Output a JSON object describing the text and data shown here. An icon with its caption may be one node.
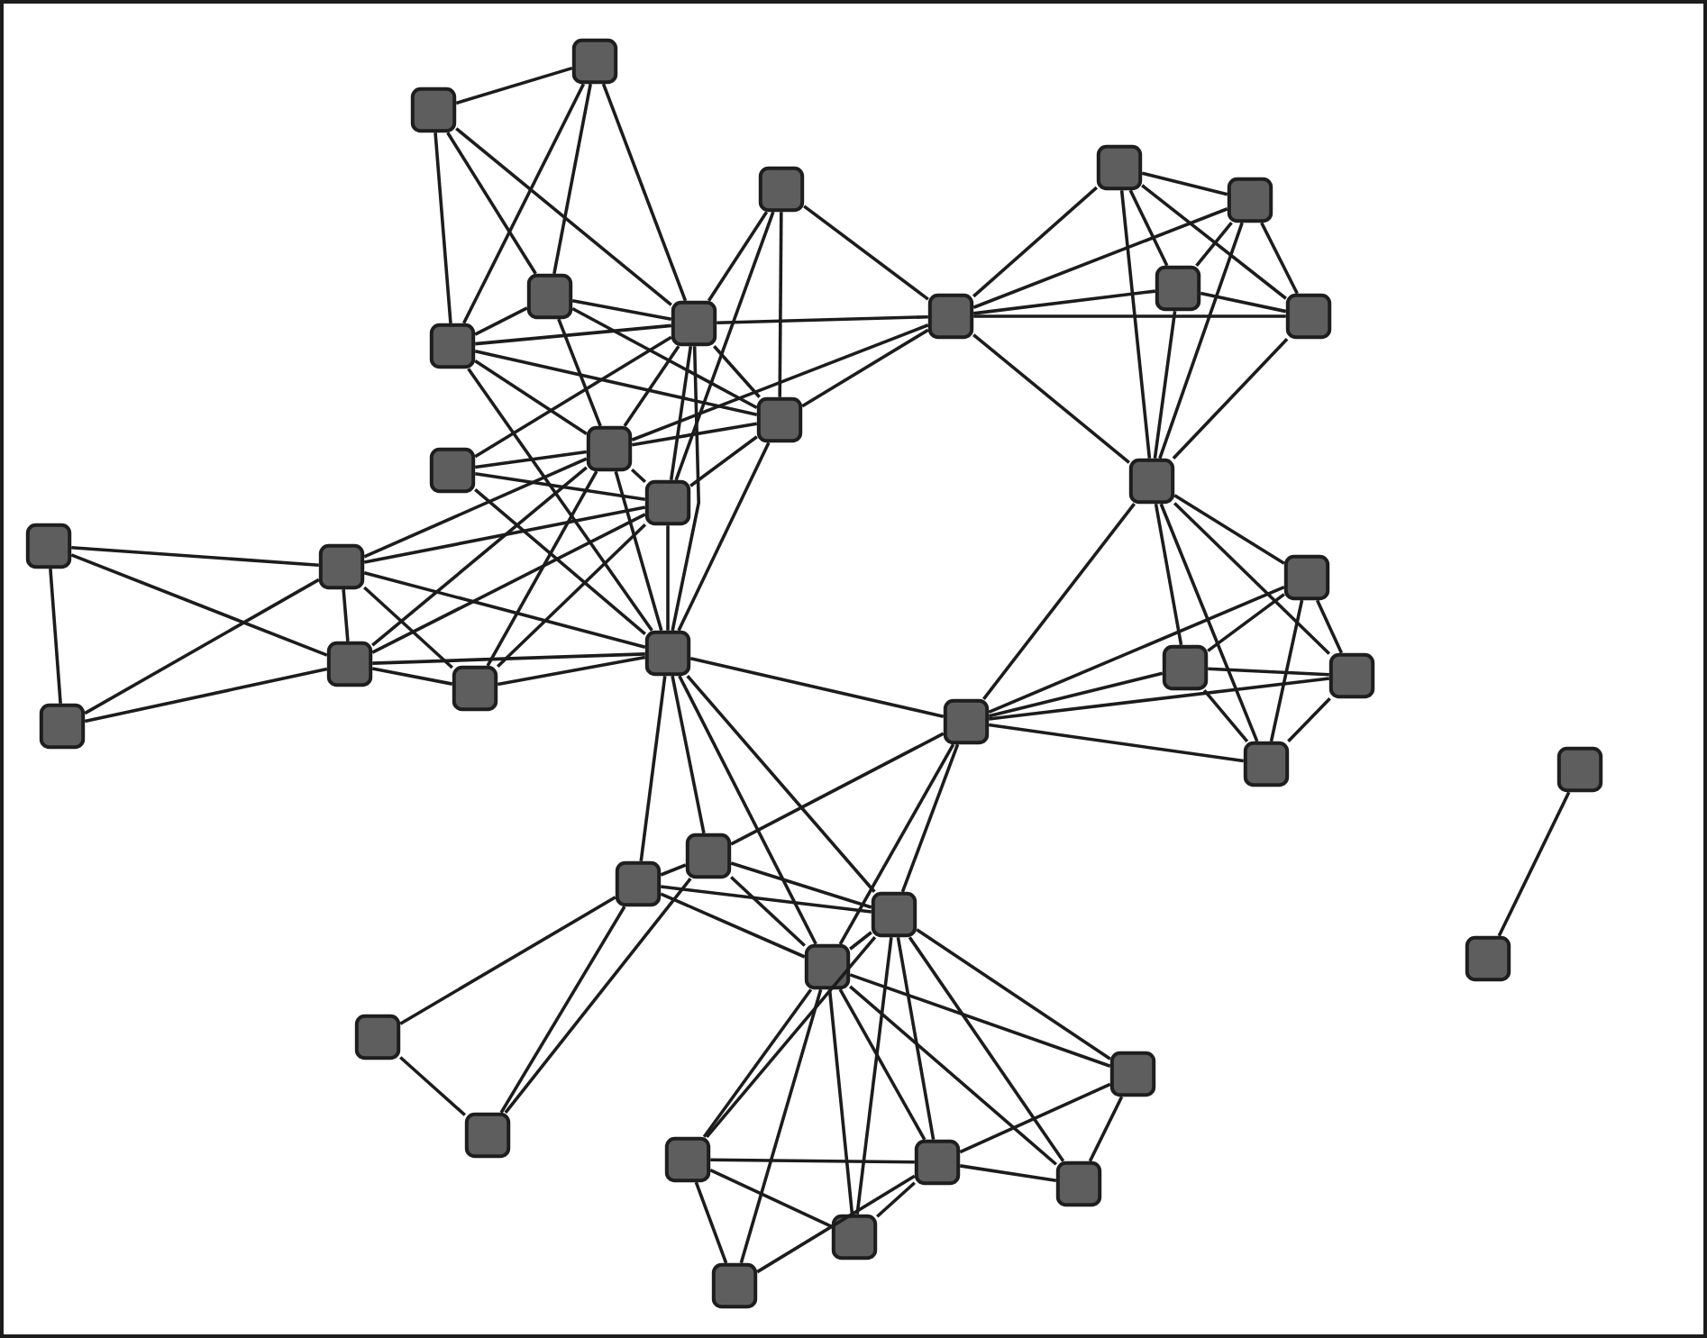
{
  "diagram": {
    "nodes": [
      {
        "text": [],
        "shape": "box"
      },
      {
        "text": [],
        "shape": "box"
      },
      {
        "text": [],
        "shape": "box"
      },
      {
        "text": [],
        "shape": "box"
      },
      {
        "text": [],
        "shape": "box"
      },
      {
        "text": [],
        "shape": "box"
      },
      {
        "text": [],
        "shape": "box"
      },
      {
        "text": [],
        "shape": "box"
      },
      {
        "text": [],
        "shape": "box"
      },
      {
        "text": [],
        "shape": "box"
      },
      {
        "text": [],
        "shape": "box"
      },
      {
        "text": [],
        "shape": "box"
      },
      {
        "text": [],
        "shape": "box"
      },
      {
        "text": [],
        "shape": "box"
      },
      {
        "text": [],
        "shape": "box"
      },
      {
        "text": [],
        "shape": "box"
      },
      {
        "text": [],
        "shape": "box"
      },
      {
        "text": [],
        "shape": "box"
      },
      {
        "text": [],
        "shape": "box"
      },
      {
        "text": [],
        "shape": "box"
      },
      {
        "text": [],
        "shape": "box"
      },
      {
        "text": [],
        "shape": "box"
      },
      {
        "text": [],
        "shape": "box"
      },
      {
        "text": [],
        "shape": "box"
      },
      {
        "text": [],
        "shape": "box"
      },
      {
        "text": [],
        "shape": "box"
      },
      {
        "text": [],
        "shape": "box"
      },
      {
        "text": [],
        "shape": "box"
      },
      {
        "text": [],
        "shape": "box"
      },
      {
        "text": [],
        "shape": "box"
      },
      {
        "text": [],
        "shape": "box"
      },
      {
        "text": [],
        "shape": "box"
      },
      {
        "text": [],
        "shape": "box"
      },
      {
        "text": [],
        "shape": "box"
      },
      {
        "text": [],
        "shape": "box"
      },
      {
        "text": [],
        "shape": "box"
      },
      {
        "text": [],
        "shape": "box"
      },
      {
        "text": [],
        "shape": "box"
      },
      {
        "text": [],
        "shape": "box"
      },
      {
        "text": [],
        "shape": "box"
      },
      {
        "text": [],
        "shape": "box"
      }
    ],
    "edges": [
      {
        "from": 0,
        "to": 1,
        "arrow": "none"
      },
      {
        "from": 0,
        "to": 10,
        "arrow": "none"
      },
      {
        "from": 0,
        "to": 6,
        "arrow": "none"
      },
      {
        "from": 0,
        "to": 9,
        "arrow": "none"
      },
      {
        "from": 1,
        "to": 10,
        "arrow": "none"
      },
      {
        "from": 1,
        "to": 6,
        "arrow": "none"
      },
      {
        "from": 1,
        "to": 9,
        "arrow": "none"
      },
      {
        "from": 3,
        "to": 9,
        "arrow": "none"
      },
      {
        "from": 3,
        "to": 15,
        "arrow": "none"
      },
      {
        "from": 3,
        "to": 11,
        "arrow": "none"
      },
      {
        "from": 3,
        "to": 7,
        "arrow": "none"
      },
      {
        "from": 2,
        "to": 4,
        "arrow": "none"
      },
      {
        "from": 2,
        "to": 7,
        "arrow": "none"
      },
      {
        "from": 2,
        "to": 5,
        "arrow": "none"
      },
      {
        "from": 2,
        "to": 8,
        "arrow": "none"
      },
      {
        "from": 2,
        "to": 14,
        "arrow": "none"
      },
      {
        "from": 4,
        "to": 7,
        "arrow": "none"
      },
      {
        "from": 4,
        "to": 5,
        "arrow": "none"
      },
      {
        "from": 4,
        "to": 8,
        "arrow": "none"
      },
      {
        "from": 4,
        "to": 14,
        "arrow": "none"
      },
      {
        "from": 5,
        "to": 7,
        "arrow": "none"
      },
      {
        "from": 5,
        "to": 8,
        "arrow": "none"
      },
      {
        "from": 5,
        "to": 14,
        "arrow": "none"
      },
      {
        "from": 7,
        "to": 8,
        "arrow": "none"
      },
      {
        "from": 7,
        "to": 14,
        "arrow": "none"
      },
      {
        "from": 8,
        "to": 14,
        "arrow": "none"
      },
      {
        "from": 14,
        "to": 24,
        "arrow": "none"
      },
      {
        "from": 14,
        "to": 18,
        "arrow": "none"
      },
      {
        "from": 14,
        "to": 21,
        "arrow": "none"
      },
      {
        "from": 14,
        "to": 27,
        "arrow": "none"
      },
      {
        "from": 14,
        "to": 22,
        "arrow": "none"
      },
      {
        "from": 18,
        "to": 21,
        "arrow": "none"
      },
      {
        "from": 18,
        "to": 22,
        "arrow": "none"
      },
      {
        "from": 18,
        "to": 27,
        "arrow": "none"
      },
      {
        "from": 18,
        "to": 24,
        "arrow": "none"
      },
      {
        "from": 21,
        "to": 22,
        "arrow": "none"
      },
      {
        "from": 21,
        "to": 24,
        "arrow": "none"
      },
      {
        "from": 21,
        "to": 27,
        "arrow": "none"
      },
      {
        "from": 22,
        "to": 24,
        "arrow": "none"
      },
      {
        "from": 22,
        "to": 27,
        "arrow": "none"
      },
      {
        "from": 24,
        "to": 27,
        "arrow": "none"
      },
      {
        "from": 6,
        "to": 9,
        "arrow": "none"
      },
      {
        "from": 6,
        "to": 10,
        "arrow": "none"
      },
      {
        "from": 6,
        "to": 11,
        "arrow": "none"
      },
      {
        "from": 6,
        "to": 12,
        "arrow": "none"
      },
      {
        "from": 10,
        "to": 9,
        "arrow": "none"
      },
      {
        "from": 10,
        "to": 11,
        "arrow": "none"
      },
      {
        "from": 10,
        "to": 12,
        "arrow": "none"
      },
      {
        "from": 10,
        "to": 19,
        "arrow": "none"
      },
      {
        "from": 9,
        "to": 7,
        "arrow": "none"
      },
      {
        "from": 9,
        "to": 11,
        "arrow": "none"
      },
      {
        "from": 9,
        "to": 12,
        "arrow": "none"
      },
      {
        "from": 9,
        "to": 13,
        "arrow": "none"
      },
      {
        "from": 9,
        "to": 15,
        "arrow": "none"
      },
      {
        "from": 9,
        "to": 19,
        "arrow": "none"
      },
      {
        "from": 7,
        "to": 12,
        "arrow": "none"
      },
      {
        "from": 7,
        "to": 11,
        "arrow": "none"
      },
      {
        "from": 11,
        "to": 12,
        "arrow": "none"
      },
      {
        "from": 11,
        "to": 15,
        "arrow": "none"
      },
      {
        "from": 11,
        "to": 19,
        "arrow": "none"
      },
      {
        "from": 12,
        "to": 13,
        "arrow": "none"
      },
      {
        "from": 12,
        "to": 15,
        "arrow": "none"
      },
      {
        "from": 12,
        "to": 19,
        "arrow": "none"
      },
      {
        "from": 12,
        "to": 17,
        "arrow": "none"
      },
      {
        "from": 12,
        "to": 20,
        "arrow": "none"
      },
      {
        "from": 12,
        "to": 23,
        "arrow": "none"
      },
      {
        "from": 13,
        "to": 15,
        "arrow": "none"
      },
      {
        "from": 13,
        "to": 19,
        "arrow": "none"
      },
      {
        "from": 15,
        "to": 17,
        "arrow": "none"
      },
      {
        "from": 15,
        "to": 20,
        "arrow": "none"
      },
      {
        "from": 15,
        "to": 23,
        "arrow": "none"
      },
      {
        "from": 15,
        "to": 19,
        "arrow": "none"
      },
      {
        "from": 16,
        "to": 17,
        "arrow": "none"
      },
      {
        "from": 16,
        "to": 20,
        "arrow": "none"
      },
      {
        "from": 16,
        "to": 25,
        "arrow": "none"
      },
      {
        "from": 25,
        "to": 17,
        "arrow": "none"
      },
      {
        "from": 25,
        "to": 20,
        "arrow": "none"
      },
      {
        "from": 17,
        "to": 20,
        "arrow": "none"
      },
      {
        "from": 17,
        "to": 23,
        "arrow": "none"
      },
      {
        "from": 17,
        "to": 19,
        "arrow": "none"
      },
      {
        "from": 20,
        "to": 23,
        "arrow": "none"
      },
      {
        "from": 20,
        "to": 19,
        "arrow": "none"
      },
      {
        "from": 23,
        "to": 19,
        "arrow": "none"
      },
      {
        "from": 19,
        "to": 24,
        "arrow": "none"
      },
      {
        "from": 19,
        "to": 28,
        "arrow": "none"
      },
      {
        "from": 19,
        "to": 29,
        "arrow": "none"
      },
      {
        "from": 19,
        "to": 32,
        "arrow": "none"
      },
      {
        "from": 19,
        "to": 30,
        "arrow": "none"
      },
      {
        "from": 24,
        "to": 28,
        "arrow": "none"
      },
      {
        "from": 28,
        "to": 29,
        "arrow": "none"
      },
      {
        "from": 29,
        "to": 33,
        "arrow": "none"
      },
      {
        "from": 24,
        "to": 30,
        "arrow": "none"
      },
      {
        "from": 24,
        "to": 32,
        "arrow": "none"
      },
      {
        "from": 28,
        "to": 30,
        "arrow": "none"
      },
      {
        "from": 28,
        "to": 32,
        "arrow": "none"
      },
      {
        "from": 28,
        "to": 35,
        "arrow": "none"
      },
      {
        "from": 29,
        "to": 35,
        "arrow": "none"
      },
      {
        "from": 29,
        "to": 30,
        "arrow": "none"
      },
      {
        "from": 29,
        "to": 32,
        "arrow": "none"
      },
      {
        "from": 33,
        "to": 35,
        "arrow": "none"
      },
      {
        "from": 30,
        "to": 32,
        "arrow": "none"
      },
      {
        "from": 30,
        "to": 36,
        "arrow": "none"
      },
      {
        "from": 30,
        "to": 39,
        "arrow": "none"
      },
      {
        "from": 30,
        "to": 37,
        "arrow": "none"
      },
      {
        "from": 30,
        "to": 38,
        "arrow": "none"
      },
      {
        "from": 30,
        "to": 34,
        "arrow": "none"
      },
      {
        "from": 32,
        "to": 36,
        "arrow": "none"
      },
      {
        "from": 32,
        "to": 40,
        "arrow": "none"
      },
      {
        "from": 32,
        "to": 39,
        "arrow": "none"
      },
      {
        "from": 32,
        "to": 37,
        "arrow": "none"
      },
      {
        "from": 32,
        "to": 38,
        "arrow": "none"
      },
      {
        "from": 32,
        "to": 34,
        "arrow": "none"
      },
      {
        "from": 36,
        "to": 37,
        "arrow": "none"
      },
      {
        "from": 36,
        "to": 39,
        "arrow": "none"
      },
      {
        "from": 36,
        "to": 40,
        "arrow": "none"
      },
      {
        "from": 40,
        "to": 37,
        "arrow": "none"
      },
      {
        "from": 39,
        "to": 37,
        "arrow": "none"
      },
      {
        "from": 37,
        "to": 34,
        "arrow": "none"
      },
      {
        "from": 37,
        "to": 38,
        "arrow": "none"
      },
      {
        "from": 38,
        "to": 34,
        "arrow": "none"
      },
      {
        "from": 26,
        "to": 31,
        "arrow": "none"
      }
    ]
  }
}
